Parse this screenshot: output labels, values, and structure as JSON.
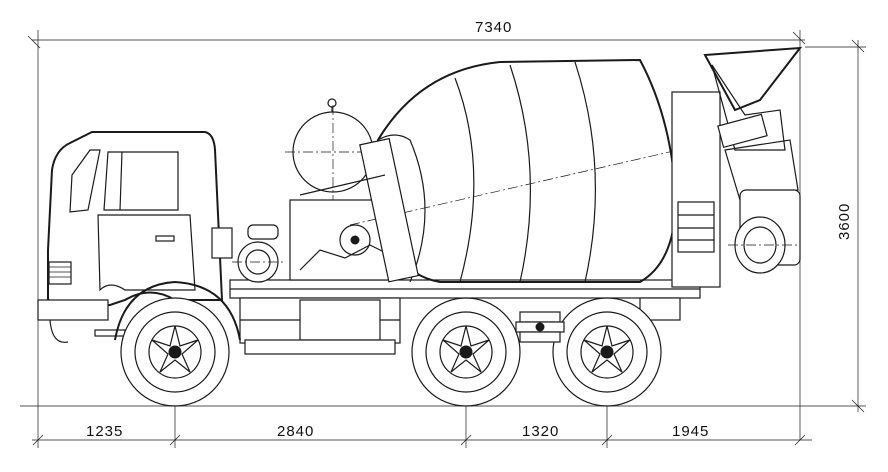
{
  "dimensions": {
    "overall_length": "7340",
    "overall_height": "3600",
    "front_overhang": "1235",
    "wheelbase_front_to_mid": "2840",
    "rear_axle_spacing": "1320",
    "rear_overhang": "1945"
  }
}
